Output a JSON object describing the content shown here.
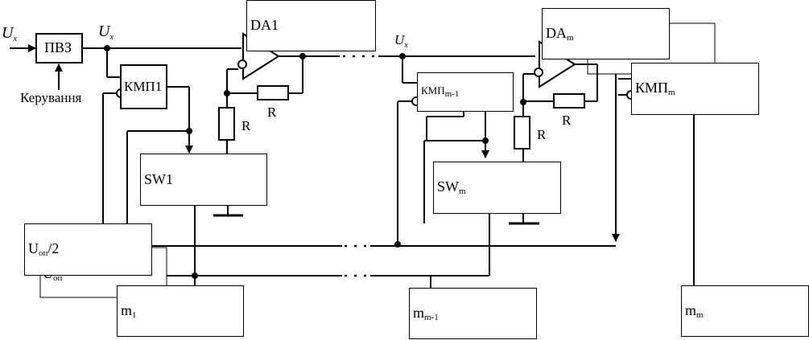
{
  "input_label": {
    "main": "U",
    "sub": "x"
  },
  "nodes": {
    "pvz": "ПВЗ",
    "kmp1": "КМП1",
    "da1": "DA1",
    "sw1": "SW1",
    "uon_half": {
      "main": "U",
      "sub": "оп",
      "suffix": "/2"
    },
    "uon": {
      "main": "U",
      "sub": "оп"
    },
    "m1": {
      "main": "m",
      "sub": "1"
    },
    "kmp_m1": {
      "main": "КМП",
      "sub": "m-1"
    },
    "da_m": {
      "main": "DA",
      "sub": "m"
    },
    "kmp_m": {
      "main": "КМП",
      "sub": "m"
    },
    "sw_m": {
      "main": "SW",
      "sub": "m"
    },
    "m_m1": {
      "main": "m",
      "sub": "m-1"
    },
    "m_m": {
      "main": "m",
      "sub": "m"
    }
  },
  "labels": {
    "control": "Керування",
    "ux_after_pvz": {
      "main": "U",
      "sub": "x"
    },
    "ux_stage_m": {
      "main": "U",
      "sub": "x"
    },
    "r": "R"
  }
}
